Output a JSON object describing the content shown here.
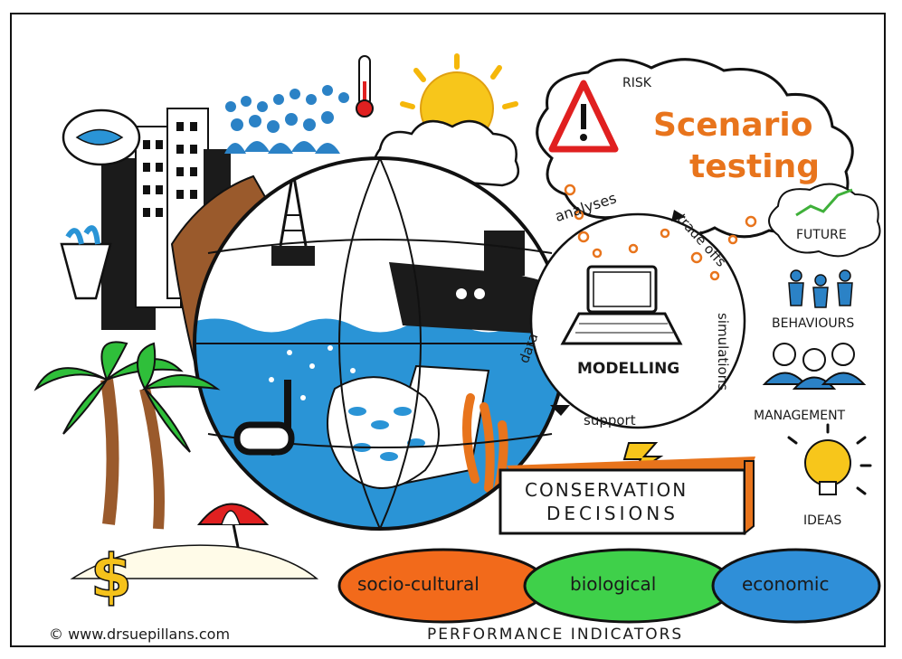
{
  "scenario": {
    "line1": "Scenario",
    "line2": "testing"
  },
  "risk_label": "RISK",
  "future_label": "FUTURE",
  "behaviours_label": "BEHAVIOURS",
  "management_label": "MANAGEMENT",
  "ideas_label": "IDEAS",
  "modelling": {
    "center": "MODELLING",
    "analyses": "analyses",
    "tradeoffs": "trade offs",
    "simulations": "simulations",
    "support": "support",
    "data": "data"
  },
  "decisions": {
    "line1": "CONSERVATION",
    "line2": "DECISIONS"
  },
  "indicators": {
    "items": [
      {
        "label": "socio-cultural",
        "color": "#f26a1b"
      },
      {
        "label": "biological",
        "color": "#3fd04a"
      },
      {
        "label": "economic",
        "color": "#2f8fd8"
      }
    ],
    "caption": "PERFORMANCE INDICATORS"
  },
  "copyright": "© www.drsuepillans.com",
  "colors": {
    "ocean": "#2a94d6",
    "land": "#9a5a2c",
    "sun": "#f7c61b",
    "palm": "#2fbf3a",
    "orange": "#e8741c"
  }
}
